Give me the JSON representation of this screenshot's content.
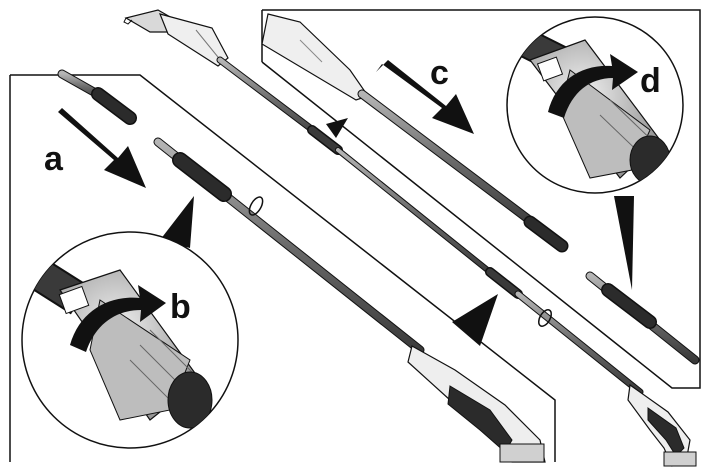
{
  "figure": {
    "colors": {
      "line": "#111111",
      "metal": "#8a8a8a",
      "metal_dark": "#4a4a4a",
      "housing": "#e6e6e6",
      "grip": "#2b2b2b",
      "background": "#ffffff"
    },
    "steps": [
      {
        "id": "a",
        "label": "a",
        "icon": "arrow-down-right-icon"
      },
      {
        "id": "b",
        "label": "b",
        "icon": "rotate-arrow-icon"
      },
      {
        "id": "c",
        "label": "c",
        "icon": "arrow-down-right-icon"
      },
      {
        "id": "d",
        "label": "d",
        "icon": "rotate-arrow-icon"
      }
    ]
  }
}
